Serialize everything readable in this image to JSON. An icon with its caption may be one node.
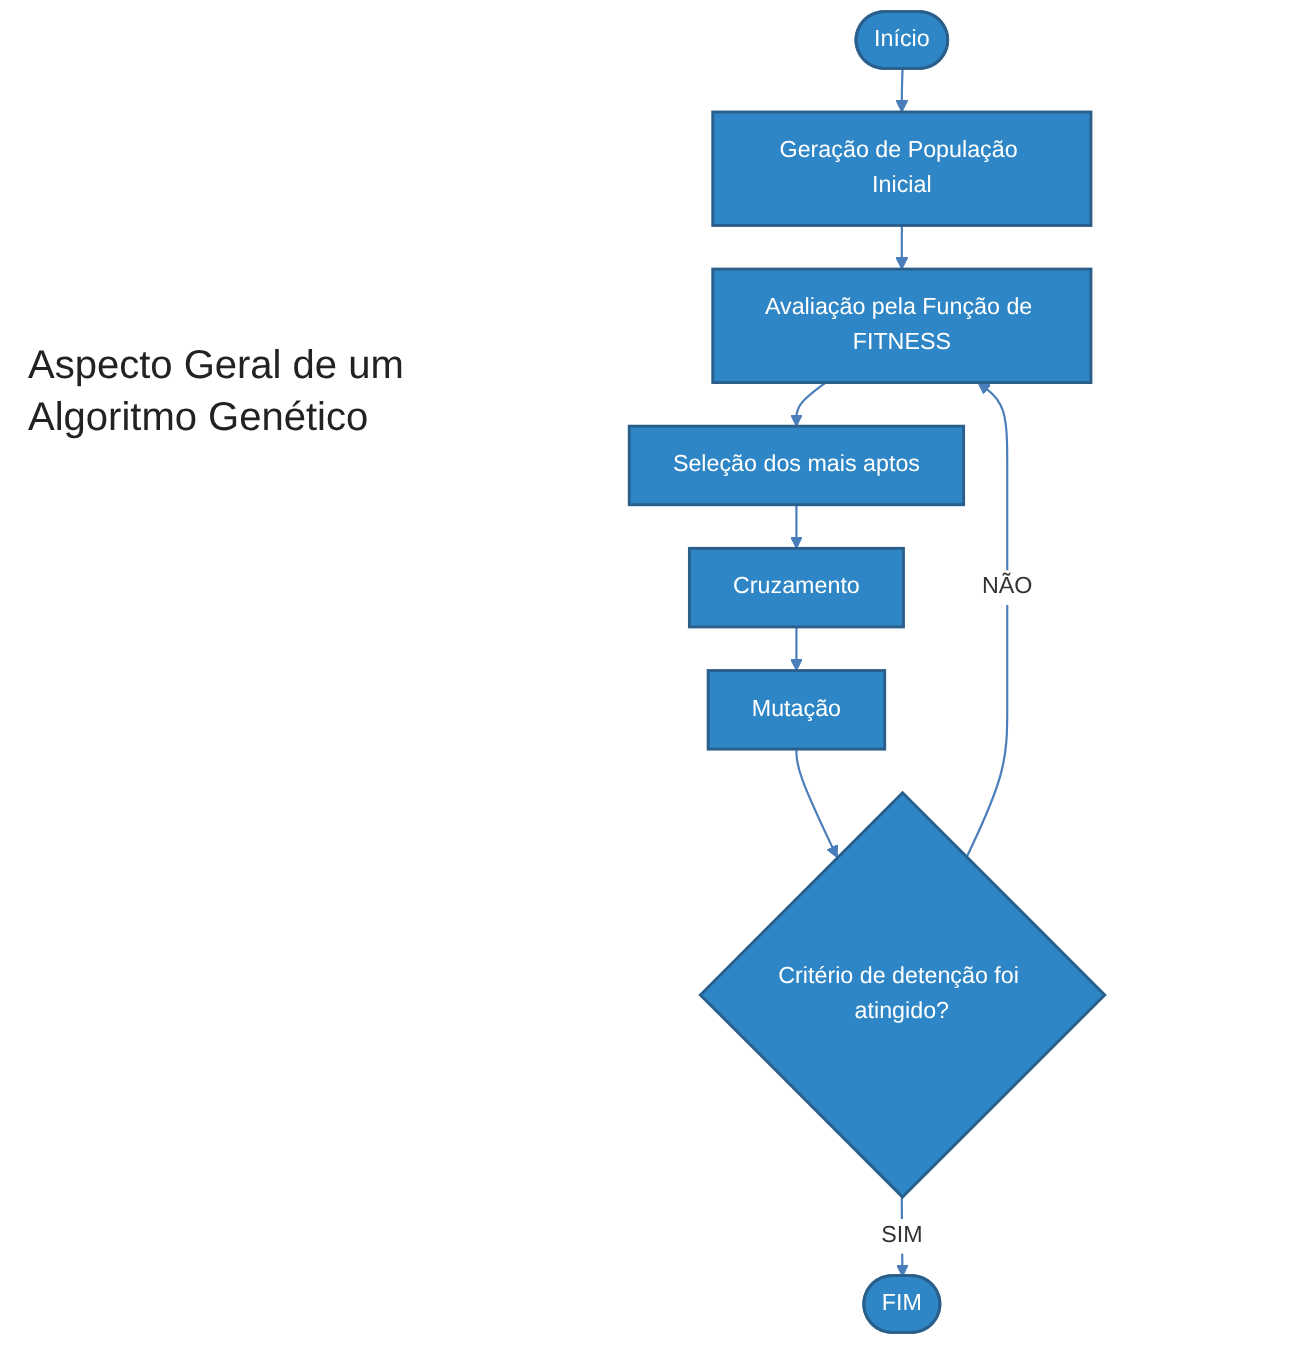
{
  "diagram": {
    "title": "Aspecto Geral de um Algoritmo Genético",
    "nodes": [
      {
        "text": [
          "Início"
        ]
      },
      {
        "text": [
          "Geração de População Inicial"
        ]
      },
      {
        "text": [
          "Avaliação pela Função de FITNESS"
        ]
      },
      {
        "text": [
          "Seleção dos mais aptos"
        ]
      },
      {
        "text": [
          "Cruzamento"
        ]
      },
      {
        "text": [
          "Mutação"
        ]
      },
      {
        "text": [
          "Critério de detenção foi atingido?"
        ]
      },
      {
        "text": [
          "FIM"
        ]
      }
    ],
    "edges": [
      {
        "from": 0,
        "to": 1,
        "arrow": "to"
      },
      {
        "from": 1,
        "to": 2,
        "arrow": "to"
      },
      {
        "from": 2,
        "to": 3,
        "arrow": "to"
      },
      {
        "from": 3,
        "to": 4,
        "arrow": "to"
      },
      {
        "from": 4,
        "to": 5,
        "arrow": "to"
      },
      {
        "from": 5,
        "to": 6,
        "arrow": "to"
      },
      {
        "from": 6,
        "to": 7,
        "label": "SIM",
        "arrow": "to"
      },
      {
        "from": 6,
        "to": 2,
        "label": "NÃO",
        "arrow": "to"
      }
    ]
  }
}
